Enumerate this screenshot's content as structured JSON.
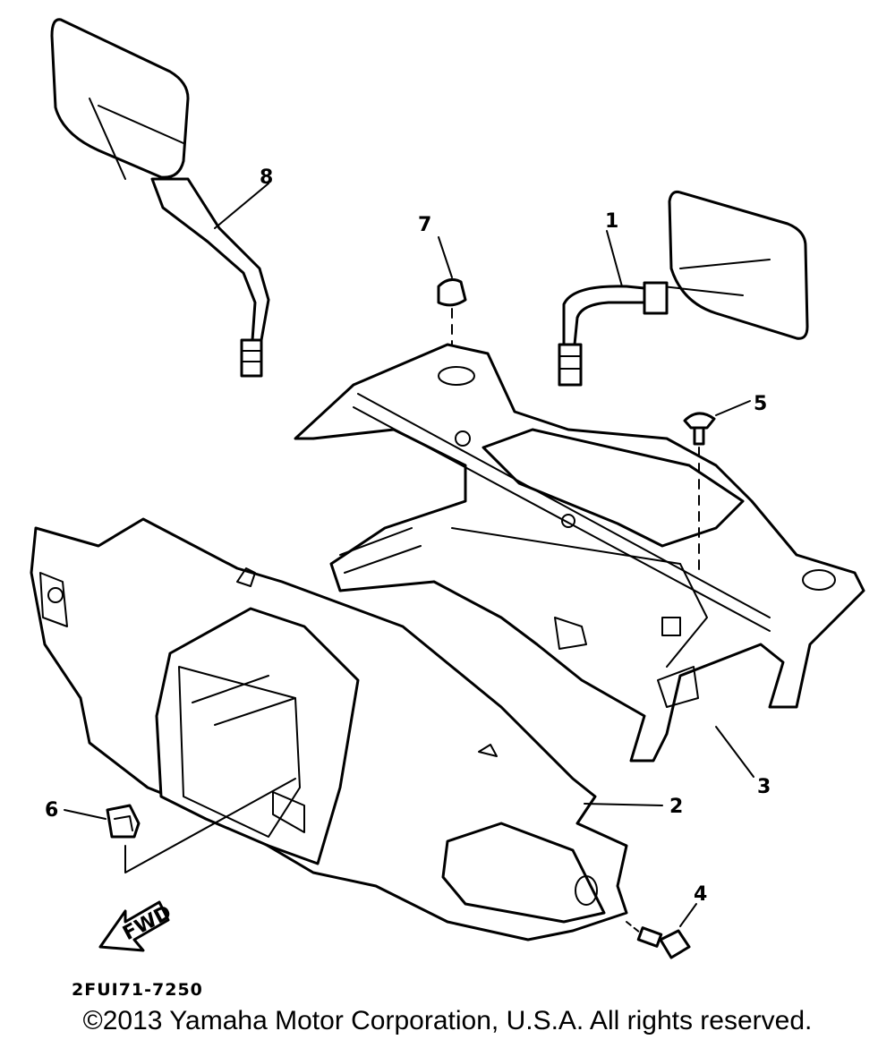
{
  "callouts": [
    {
      "id": "1",
      "text": "1"
    },
    {
      "id": "2",
      "text": "2"
    },
    {
      "id": "3",
      "text": "3"
    },
    {
      "id": "4",
      "text": "4"
    },
    {
      "id": "5",
      "text": "5"
    },
    {
      "id": "6",
      "text": "6"
    },
    {
      "id": "7",
      "text": "7"
    },
    {
      "id": "8",
      "text": "8"
    }
  ],
  "fwd_arrow": "FWD",
  "diagram_code": "2FUI71-7250",
  "copyright": "©2013 Yamaha Motor Corporation, U.S.A. All rights reserved."
}
